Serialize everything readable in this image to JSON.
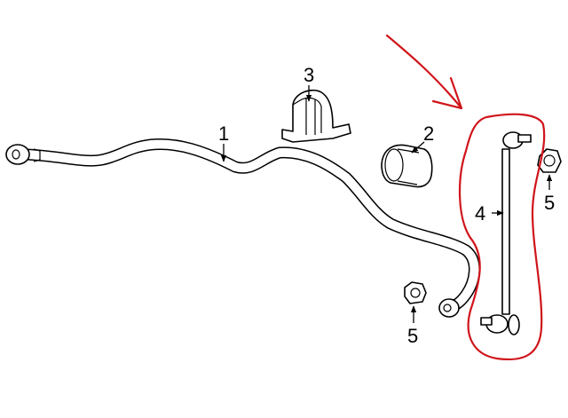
{
  "diagram": {
    "callouts": {
      "stabilizer_bar": "1",
      "bushing": "2",
      "bracket": "3",
      "stabilizer_link": "4",
      "nut_upper": "5",
      "nut_lower": "5"
    },
    "annotation_color": "#d0141a",
    "line_color": "#000000"
  }
}
